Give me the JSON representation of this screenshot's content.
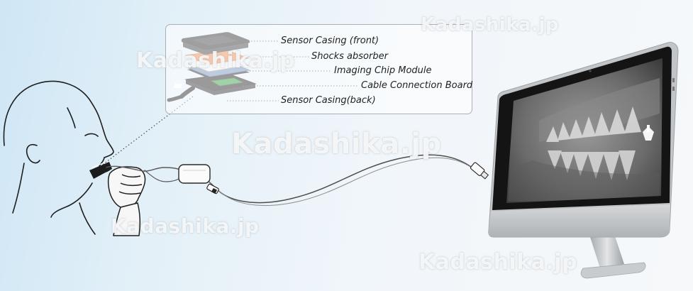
{
  "parts": [
    {
      "label": "Sensor Casing (front)"
    },
    {
      "label": "Shocks absorber"
    },
    {
      "label": "Imaging Chip Module"
    },
    {
      "label": "Cable Connection Board"
    },
    {
      "label": "Sensor Casing(back)"
    }
  ],
  "watermarks": [
    {
      "text": "Kadashika.jp"
    },
    {
      "text": "Kadashika.jp"
    },
    {
      "text": "Kadashika.jp"
    },
    {
      "text": "Kadashika.jp"
    },
    {
      "text": "Kadashika.jp"
    }
  ],
  "colors": {
    "casing_front": "#2b2b2e",
    "shock_absorber": "#f0874a",
    "chip_module": "#8fa9c8",
    "connection_board": "#2f9a3c",
    "casing_back": "#1f1f22",
    "monitor_frame": "#b9bcbf",
    "screen_bezel": "#141414"
  }
}
